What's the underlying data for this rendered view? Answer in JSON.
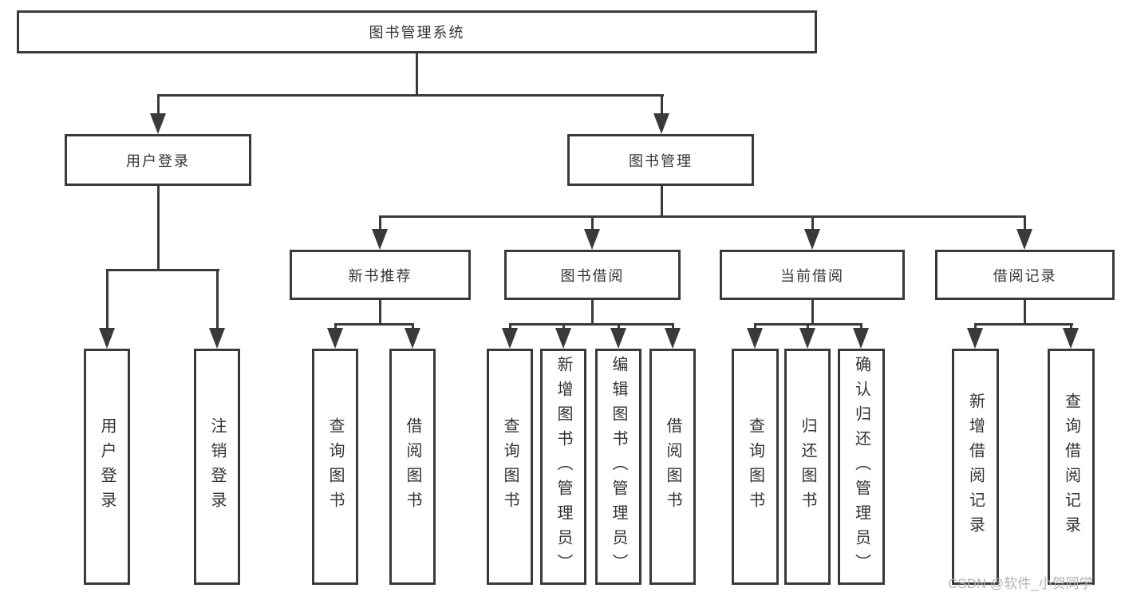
{
  "diagram": {
    "root": {
      "label": "图书管理系统"
    },
    "children": [
      {
        "label": "用户登录",
        "children": [
          {
            "label": "用户登录"
          },
          {
            "label": "注销登录"
          }
        ]
      },
      {
        "label": "图书管理",
        "children": [
          {
            "label": "新书推荐",
            "children": [
              {
                "label": "查询图书"
              },
              {
                "label": "借阅图书"
              }
            ]
          },
          {
            "label": "图书借阅",
            "children": [
              {
                "label": "查询图书"
              },
              {
                "label": "新增图书（管理员）"
              },
              {
                "label": "编辑图书（管理员）"
              },
              {
                "label": "借阅图书"
              }
            ]
          },
          {
            "label": "当前借阅",
            "children": [
              {
                "label": "查询图书"
              },
              {
                "label": "归还图书"
              },
              {
                "label": "确认归还（管理员）"
              }
            ]
          },
          {
            "label": "借阅记录",
            "children": [
              {
                "label": "新增借阅记录"
              },
              {
                "label": "查询借阅记录"
              }
            ]
          }
        ]
      }
    ]
  },
  "watermark": {
    "text": "CSDN @软件_小贺同学"
  },
  "colors": {
    "line": "#3a3a3a",
    "text": "#333333",
    "watermark": "#b3b3b3",
    "background": "#ffffff"
  }
}
